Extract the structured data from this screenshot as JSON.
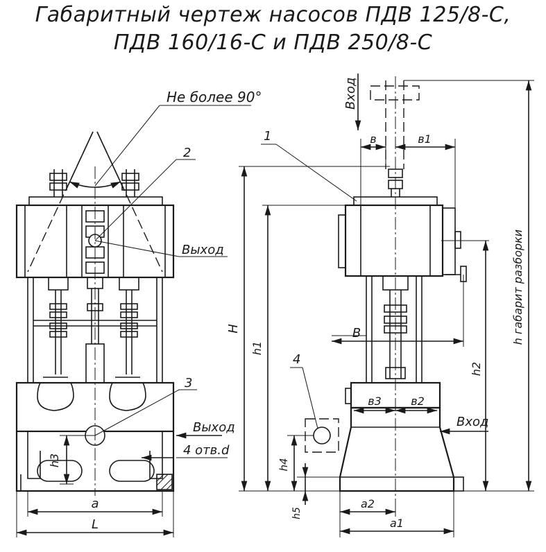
{
  "title": {
    "line1": "Габаритный чертеж насосов ПДВ 125/8-С,",
    "line2": "ПДВ 160/16-С и ПДВ 250/8-С"
  },
  "front_view": {
    "angle_note": "Не более 90°",
    "callout_2": "2",
    "callout_3": "3",
    "outlet_label_top": "Выход",
    "outlet_label_bottom": "Выход",
    "holes_label": "4 отв.d",
    "dim_h3": "h3",
    "dim_a": "a",
    "dim_L": "L"
  },
  "side_view": {
    "inlet_top": "Вход",
    "inlet_side": "Вход",
    "callout_1": "1",
    "callout_4": "4",
    "dim_b": "в",
    "dim_b1": "в1",
    "dim_B": "В",
    "dim_b3": "в3",
    "dim_b2": "в2",
    "dim_H": "Н",
    "dim_h1": "h1",
    "dim_h2": "h2",
    "dim_h4": "h4",
    "dim_h5": "h5",
    "dim_a2": "a2",
    "dim_a1": "a1",
    "dim_h_total": "h габарит разборки"
  },
  "colors": {
    "ink": "#1a1a1a",
    "paper": "#ffffff"
  }
}
